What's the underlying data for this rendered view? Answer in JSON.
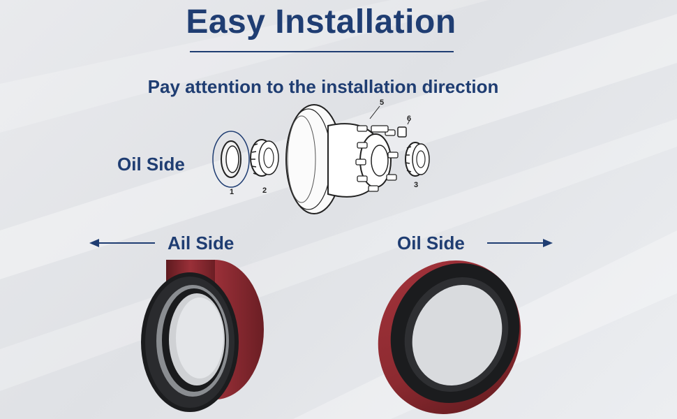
{
  "heading": {
    "title": "Easy Installation",
    "subtitle": "Pay attention to the installation direction"
  },
  "diagram": {
    "side_label": "Oil Side",
    "part_numbers": [
      "1",
      "2",
      "3",
      "5",
      "6"
    ]
  },
  "products": {
    "left_label": "Ail Side",
    "right_label": "Oil Side"
  },
  "colors": {
    "navy": "#1f3d72",
    "seal_red": "#8c2a30",
    "seal_black": "#1b1c1e"
  },
  "icons": {
    "left_arrow": "arrow-left-icon",
    "right_arrow": "arrow-right-icon"
  }
}
